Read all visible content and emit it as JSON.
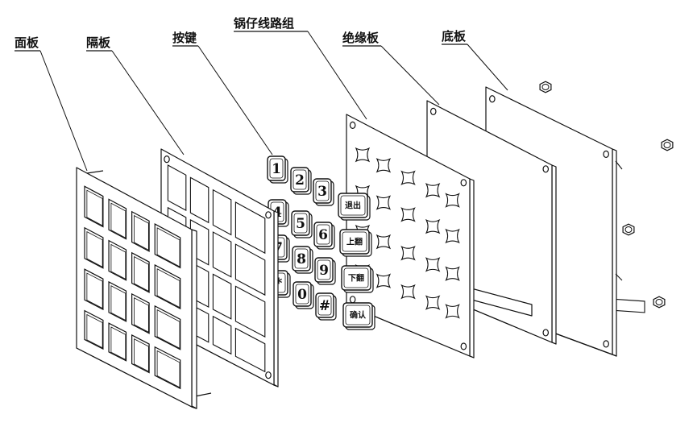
{
  "labels": {
    "panel": "面板",
    "spacer": "隔板",
    "keys": "按键",
    "circuit": "锅仔线路组",
    "insulation": "绝缘板",
    "base": "底板"
  },
  "keys": {
    "digits": [
      "1",
      "2",
      "3",
      "4",
      "5",
      "6",
      "7",
      "8",
      "9",
      "*",
      "0",
      "#"
    ],
    "functions": [
      "退出",
      "上翻",
      "下翻",
      "确认"
    ]
  }
}
